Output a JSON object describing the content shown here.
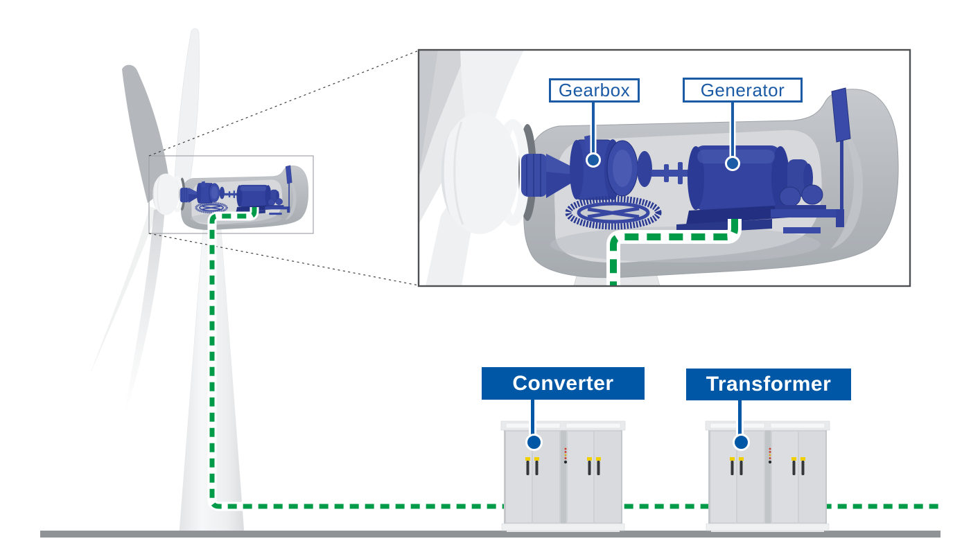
{
  "figure": {
    "description": "Wind turbine power path diagram with magnified nacelle inset",
    "nacelle_inset": {
      "gearbox_label": "Gearbox",
      "generator_label": "Generator"
    },
    "ground_equipment": {
      "converter_label": "Converter",
      "transformer_label": "Transformer"
    },
    "colors": {
      "callout_blue": "#1b5aa5",
      "panel_blue": "#0057a5",
      "cable_green": "#009b48",
      "machine_blue": "#33439f",
      "nacelle_gray": "#b9bdc2",
      "ground_gray": "#909396"
    }
  }
}
